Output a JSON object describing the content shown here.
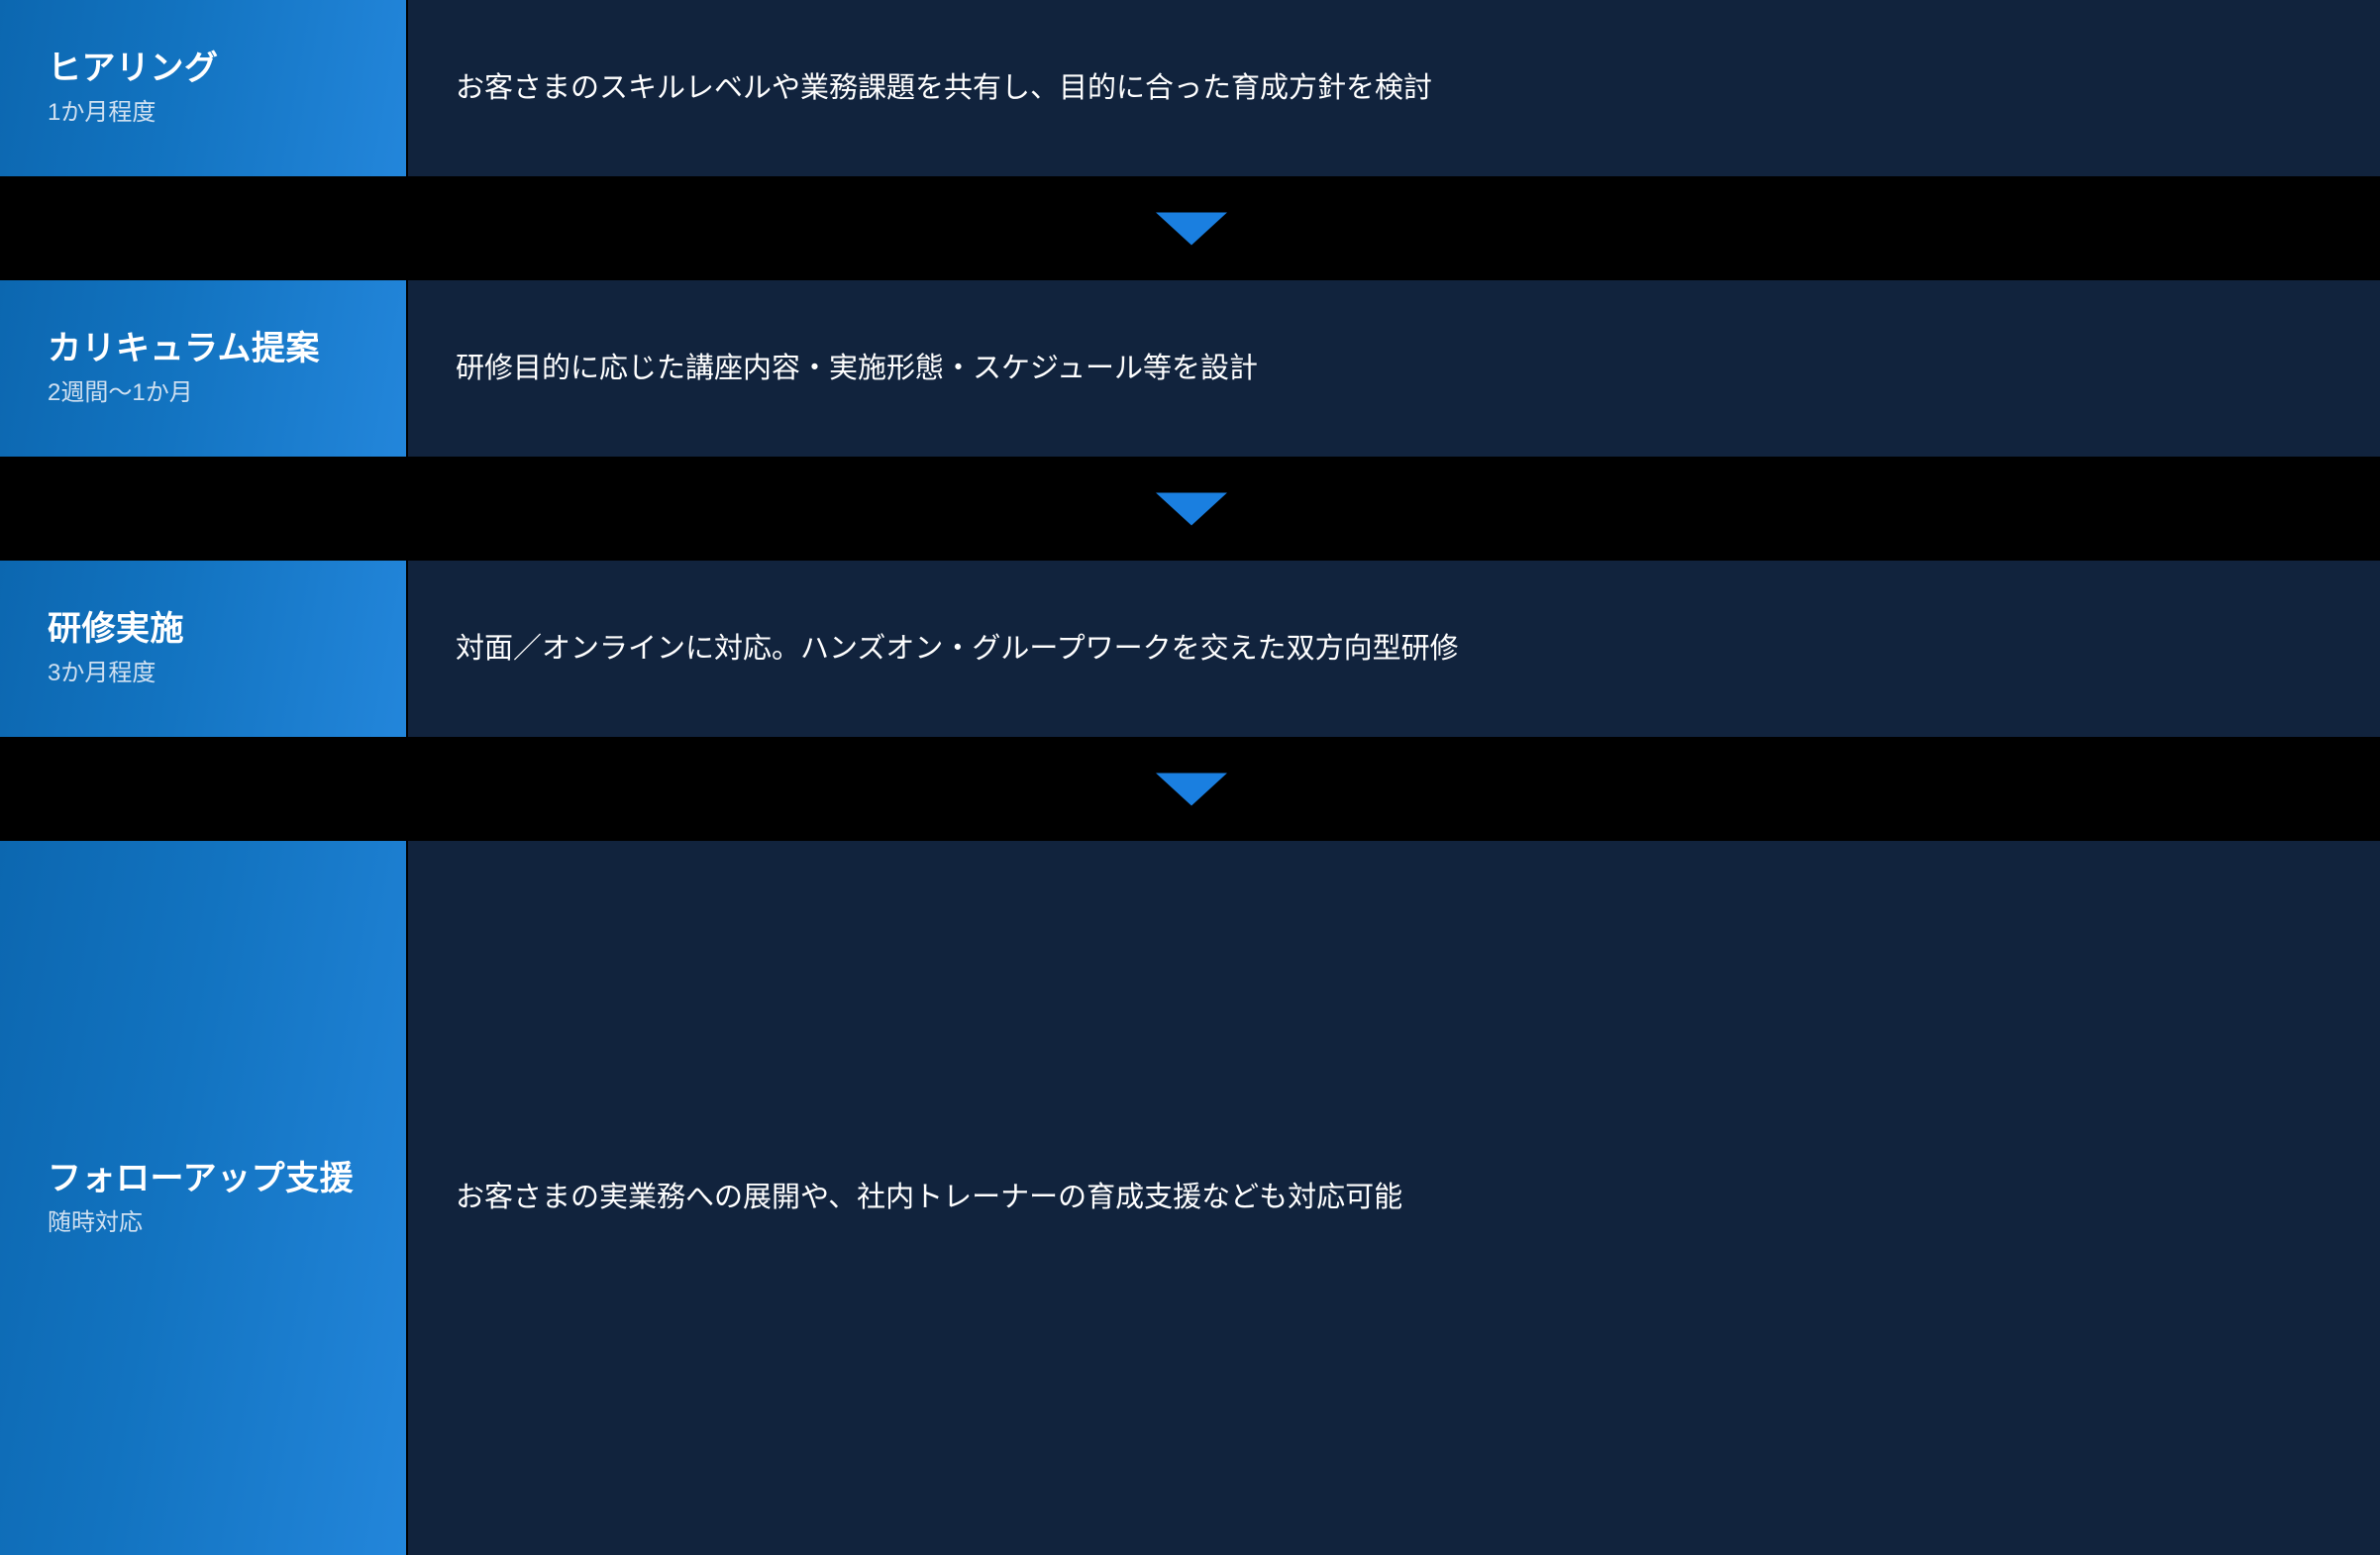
{
  "diagram": {
    "type": "vertical-process-flow",
    "step_count": 4,
    "colors": {
      "background": "#000000",
      "label_gradient_start": "#0c67b0",
      "label_gradient_end": "#2386db",
      "description_panel": "#11233d",
      "arrow": "#1a7fe0",
      "title_text": "#ffffff",
      "duration_text": "#cfe0f1",
      "description_text": "#ffffff"
    },
    "steps": [
      {
        "title": "ヒアリング",
        "duration": "1か月程度",
        "description": "お客さまのスキルレベルや業務課題を共有し、目的に合った育成方針を検討"
      },
      {
        "title": "カリキュラム提案",
        "duration": "2週間〜1か月",
        "description": "研修目的に応じた講座内容・実施形態・スケジュール等を設計"
      },
      {
        "title": "研修実施",
        "duration": "3か月程度",
        "description": "対面／オンラインに対応。ハンズオン・グループワークを交えた双方向型研修"
      },
      {
        "title": "フォローアップ支援",
        "duration": "随時対応",
        "description": "お客さまの実業務への展開や、社内トレーナーの育成支援なども対応可能"
      }
    ],
    "connectors": [
      {
        "icon": "arrow-down-icon"
      },
      {
        "icon": "arrow-down-icon"
      },
      {
        "icon": "arrow-down-icon"
      }
    ]
  }
}
